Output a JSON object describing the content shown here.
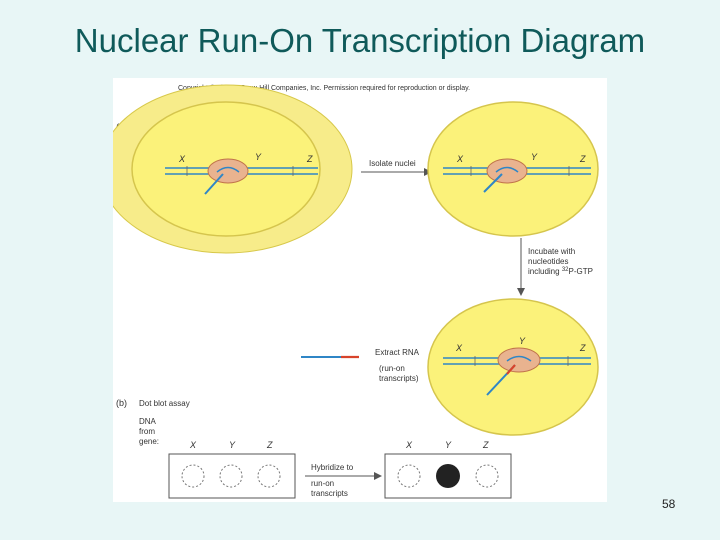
{
  "slide": {
    "title": "Nuclear Run-On Transcription Diagram",
    "page_number": "58"
  },
  "figure": {
    "copyright": "Copyright © The McGraw-Hill Companies, Inc. Permission required for reproduction or display.",
    "panel_a_label": "(a)",
    "panel_b_label": "(b)",
    "gene_labels": [
      "X",
      "Y",
      "Z"
    ],
    "steps": {
      "isolate": "Isolate nuclei",
      "incubate_line1": "Incubate with",
      "incubate_line2": "nucleotides",
      "incubate_line3_pre": "including ",
      "incubate_line3_sup": "32",
      "incubate_line3_post": "P-GTP",
      "extract_line1": "Extract RNA",
      "extract_line2": "(run-on",
      "extract_line3": "transcripts)",
      "dot_blot": "Dot blot assay",
      "dna_line1": "DNA",
      "dna_line2": "from",
      "dna_line3": "gene:",
      "hybridize_line1": "Hybridize to",
      "hybridize_line2": "run-on",
      "hybridize_line3": "transcripts"
    },
    "colors": {
      "cell_yellow": "#f7ec8a",
      "nucleus_yellow": "#fbf27a",
      "dna_blue": "#2f86c6",
      "polymerase": "#e9b38f",
      "rna_red": "#d8432b",
      "dot_dark": "#222222"
    }
  }
}
